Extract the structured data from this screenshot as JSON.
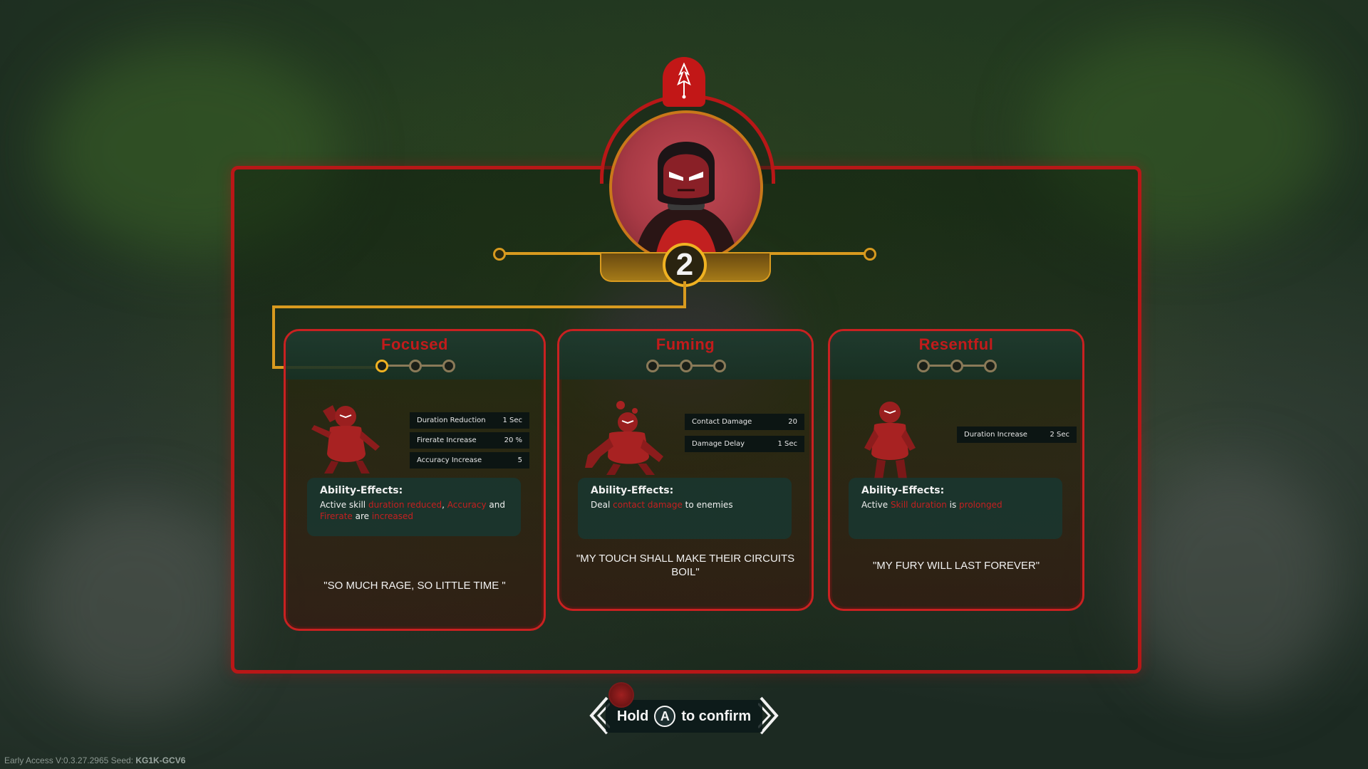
{
  "level": "2",
  "cards": [
    {
      "title": "Focused",
      "stats": [
        {
          "label": "Duration Reduction",
          "value": "1 Sec"
        },
        {
          "label": "Firerate Increase",
          "value": "20 %"
        },
        {
          "label": "Accuracy Increase",
          "value": "5"
        }
      ],
      "effects_title": "Ability-Effects:",
      "effects": [
        {
          "t": "Active skill ",
          "h": false
        },
        {
          "t": "duration reduced",
          "h": true
        },
        {
          "t": ", ",
          "h": false
        },
        {
          "t": "Accuracy",
          "h": true
        },
        {
          "t": " and ",
          "h": false
        },
        {
          "t": "Firerate",
          "h": true
        },
        {
          "t": " are ",
          "h": false
        },
        {
          "t": "increased",
          "h": true
        }
      ],
      "quote": "\"SO MUCH RAGE, SO LITTLE TIME \""
    },
    {
      "title": "Fuming",
      "stats": [
        {
          "label": "Contact Damage",
          "value": "20"
        },
        {
          "label": "Damage Delay",
          "value": "1 Sec"
        }
      ],
      "effects_title": "Ability-Effects:",
      "effects": [
        {
          "t": "Deal ",
          "h": false
        },
        {
          "t": "contact damage",
          "h": true
        },
        {
          "t": " to enemies",
          "h": false
        }
      ],
      "quote": "\"MY TOUCH SHALL MAKE THEIR CIRCUITS BOIL\""
    },
    {
      "title": "Resentful",
      "stats": [
        {
          "label": "Duration Increase",
          "value": "2 Sec"
        }
      ],
      "effects_title": "Ability-Effects:",
      "effects": [
        {
          "t": "Active ",
          "h": false
        },
        {
          "t": "Skill duration",
          "h": true
        },
        {
          "t": " is ",
          "h": false
        },
        {
          "t": "prolonged",
          "h": true
        }
      ],
      "quote": "\"MY FURY WILL LAST FOREVER\""
    }
  ],
  "confirm": {
    "hold": "Hold",
    "button": "A",
    "action": "to confirm"
  },
  "footer": {
    "version": "Early Access  V:0.3.27.2965  Seed:",
    "seed": "KG1K-GCV6"
  },
  "colors": {
    "accent_red": "#c21b1b",
    "gold": "#d89a1f",
    "highlight": "#c42020"
  },
  "icons": {
    "emblem": "flame-emblem-icon",
    "prompt": "confirm-hold-icon"
  }
}
